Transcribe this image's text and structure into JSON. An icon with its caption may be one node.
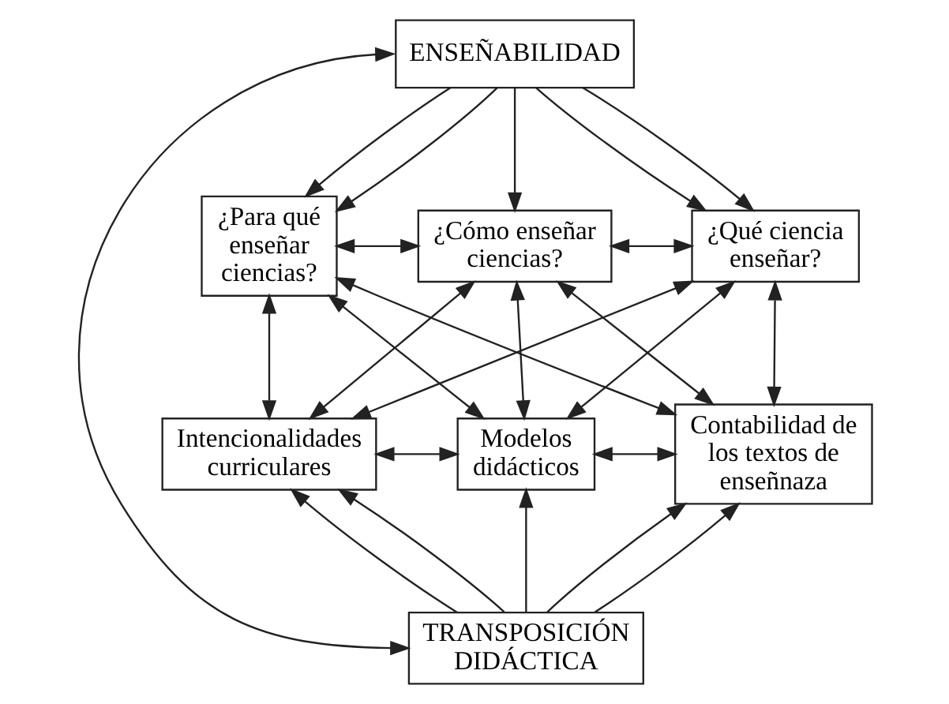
{
  "diagram": {
    "nodes": [
      {
        "text": [
          "ENSEÑABILIDAD"
        ]
      },
      {
        "text": [
          "¿Para qué enseñar ciencias?"
        ]
      },
      {
        "text": [
          "¿Cómo enseñar ciencias?"
        ]
      },
      {
        "text": [
          "¿Qué ciencia enseñar?"
        ]
      },
      {
        "text": [
          "Intencionalidades curriculares"
        ]
      },
      {
        "text": [
          "Modelos didácticos"
        ]
      },
      {
        "text": [
          "Contabilidad de los textos de enseñnaza"
        ]
      },
      {
        "text": [
          "TRANSPOSICIÓN DIDÁCTICA"
        ]
      }
    ],
    "edges": [
      {
        "from": 0,
        "to": 1,
        "arrow": "to"
      },
      {
        "from": 0,
        "to": 1,
        "arrow": "to"
      },
      {
        "from": 0,
        "to": 2,
        "arrow": "to"
      },
      {
        "from": 0,
        "to": 3,
        "arrow": "to"
      },
      {
        "from": 0,
        "to": 3,
        "arrow": "to"
      },
      {
        "from": 1,
        "to": 2,
        "arrow": "both"
      },
      {
        "from": 2,
        "to": 3,
        "arrow": "both"
      },
      {
        "from": 1,
        "to": 4,
        "arrow": "both"
      },
      {
        "from": 1,
        "to": 5,
        "arrow": "both"
      },
      {
        "from": 1,
        "to": 6,
        "arrow": "both"
      },
      {
        "from": 2,
        "to": 4,
        "arrow": "both"
      },
      {
        "from": 2,
        "to": 5,
        "arrow": "both"
      },
      {
        "from": 2,
        "to": 6,
        "arrow": "both"
      },
      {
        "from": 3,
        "to": 4,
        "arrow": "both"
      },
      {
        "from": 3,
        "to": 5,
        "arrow": "both"
      },
      {
        "from": 3,
        "to": 6,
        "arrow": "both"
      },
      {
        "from": 4,
        "to": 5,
        "arrow": "both"
      },
      {
        "from": 5,
        "to": 6,
        "arrow": "both"
      },
      {
        "from": 7,
        "to": 4,
        "arrow": "to"
      },
      {
        "from": 7,
        "to": 4,
        "arrow": "to"
      },
      {
        "from": 7,
        "to": 5,
        "arrow": "to"
      },
      {
        "from": 7,
        "to": 6,
        "arrow": "to"
      },
      {
        "from": 7,
        "to": 6,
        "arrow": "to"
      },
      {
        "from": 7,
        "to": 0,
        "arrow": "both"
      }
    ]
  }
}
